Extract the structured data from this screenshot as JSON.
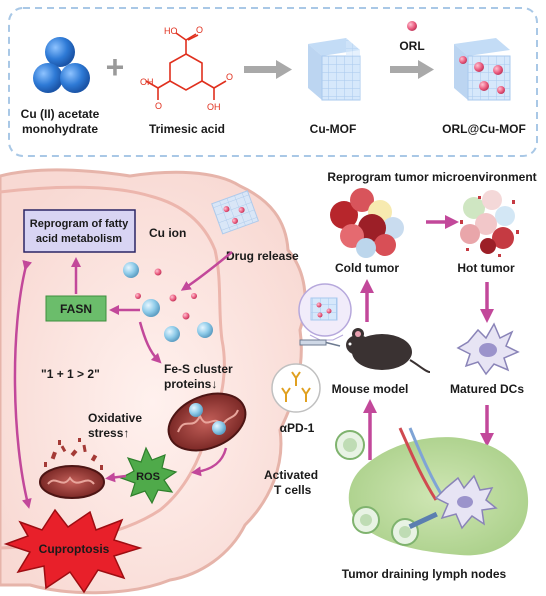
{
  "synthesis": {
    "cu_acetate_line1": "Cu (II) acetate",
    "cu_acetate_line2": "monohydrate",
    "plus": "+",
    "trimesic_acid": "Trimesic acid",
    "cu_mof": "Cu-MOF",
    "orl": "ORL",
    "orl_cu_mof": "ORL@Cu-MOF",
    "formula": {
      "ho": "HO",
      "oh": "OH",
      "o": "O"
    }
  },
  "cell": {
    "fatty_acid_line1": "Reprogram of fatty",
    "fatty_acid_line2": "acid metabolism",
    "cu_ion": "Cu ion",
    "drug_release": "Drug release",
    "fasn": "FASN",
    "synergy": "\"1 + 1 > 2\"",
    "fes_line1": "Fe-S cluster",
    "fes_line2": "proteins↓",
    "oxidative_line1": "Oxidative",
    "oxidative_line2": "stress↑",
    "ros": "ROS",
    "cuproptosis": "Cuproptosis"
  },
  "immune": {
    "title": "Reprogram tumor microenvironment",
    "cold_tumor": "Cold tumor",
    "hot_tumor": "Hot tumor",
    "mouse_model": "Mouse model",
    "matured_dcs": "Matured DCs",
    "apd1": "αPD-1",
    "activated_line1": "Activated",
    "activated_line2": "T cells",
    "lymph_nodes": "Tumor draining lymph nodes"
  },
  "colors": {
    "accent_magenta": "#c2489a",
    "arrow_gray": "#a9a9a9",
    "cu_blue": "#2e7ad6",
    "acid_red": "#e0301e",
    "box_border": "#a9c8e6",
    "ros_green": "#4faa4a",
    "cuproptosis_red": "#e8202a"
  }
}
